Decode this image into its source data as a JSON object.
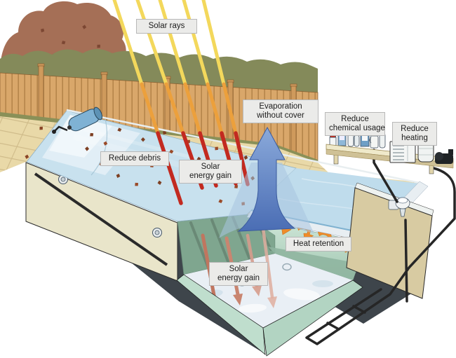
{
  "labels": {
    "solar_rays": "Solar rays",
    "evaporation_line1": "Evaporation",
    "evaporation_line2": "without cover",
    "reduce_chemical_line1": "Reduce",
    "reduce_chemical_line2": "chemical usage",
    "reduce_heating_line1": "Reduce",
    "reduce_heating_line2": "heating",
    "reduce_debris": "Reduce debris",
    "solar_energy_top_line1": "Solar",
    "solar_energy_top_line2": "energy gain",
    "heat_retention": "Heat retention",
    "solar_energy_bottom_line1": "Solar",
    "solar_energy_bottom_line2": "energy gain"
  },
  "colors": {
    "tree": "#a56f56",
    "hedge": "#848a5a",
    "fence": "#d9a76a",
    "deck": "#e9d9a8",
    "cover": "#c8e1ee",
    "water": "#bfdcec",
    "teal_cut": "#7fa68f",
    "heat_band": "#8fb5a0",
    "mint_shell": "#bfdecd",
    "water_light": "#e9eff5",
    "cream_wall": "#e9e5ca",
    "tan_wall": "#d8cba2",
    "ground": "#3e454b",
    "evap_blue": "#5b7fc0",
    "ray_yellow": "#f3d85c",
    "ray_orange": "#eca03c",
    "ray_red": "#c22a20",
    "heat_orange": "#ef8c2a",
    "pink_arrow": "#c87a63",
    "pipe": "#262626",
    "label_bg": "#ebebe9",
    "label_border": "#b8b8b8",
    "label_text": "#1c1c1c"
  }
}
